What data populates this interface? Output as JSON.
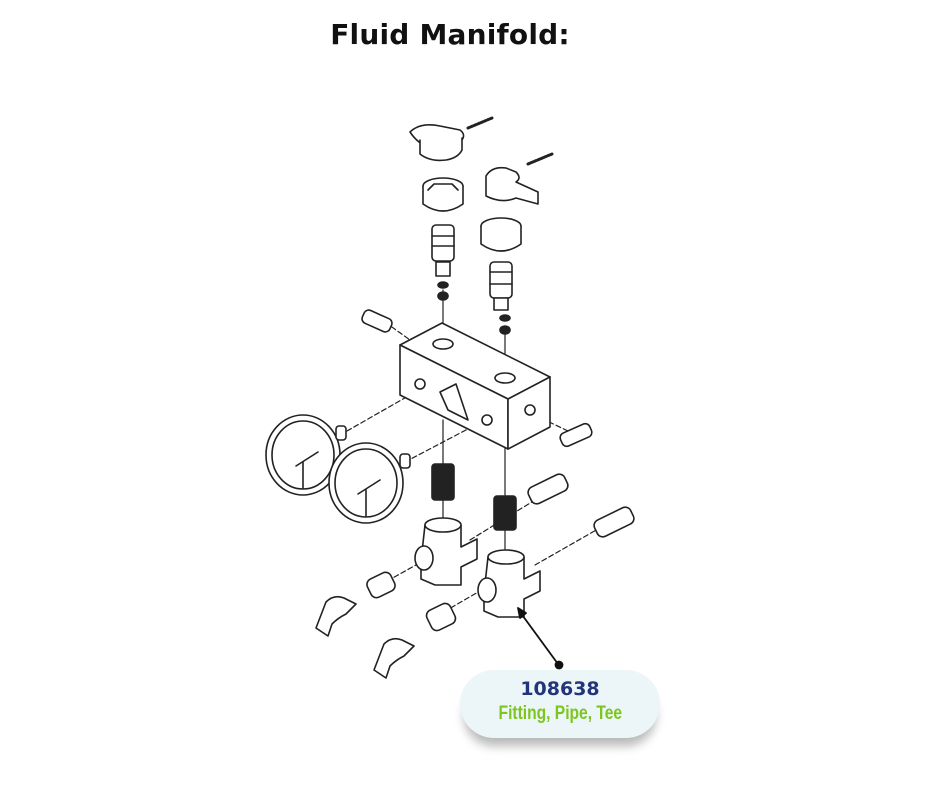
{
  "page": {
    "title": "Fluid Manifold:"
  },
  "diagram": {
    "subject": "Fluid manifold exploded parts view",
    "parts": [
      "valve-handle-left",
      "valve-handle-right",
      "valve-cartridge-left",
      "valve-cartridge-right",
      "manifold-block",
      "pressure-gauge-left",
      "pressure-gauge-right",
      "nipple-left",
      "nipple-right",
      "pipe-tee-left",
      "pipe-tee-right",
      "swivel-fitting-left",
      "swivel-fitting-right",
      "elbow-left",
      "elbow-right",
      "side-fitting-left",
      "side-fitting-right"
    ]
  },
  "callout": {
    "part_number": "108638",
    "description": "Fitting, Pipe, Tee",
    "colors": {
      "part_number": "#22357a",
      "description": "#7cc61e",
      "background": "#ecf5f7"
    }
  }
}
